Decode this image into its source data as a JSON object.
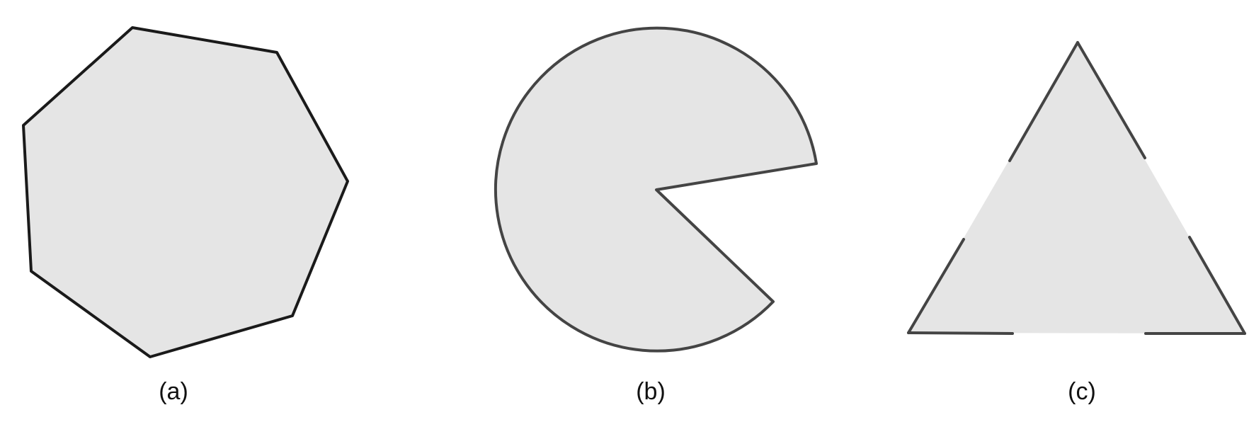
{
  "panels": [
    {
      "id": "a",
      "label": "(a)",
      "shape": "heptagon"
    },
    {
      "id": "b",
      "label": "(b)",
      "shape": "circular-sector-cutout"
    },
    {
      "id": "c",
      "label": "(c)",
      "shape": "triangle-with-gapped-edges"
    }
  ],
  "colors": {
    "fill": "#e5e5e5",
    "stroke_dark": "#1a1a1a",
    "stroke_gray": "#444444",
    "background": "#ffffff"
  }
}
